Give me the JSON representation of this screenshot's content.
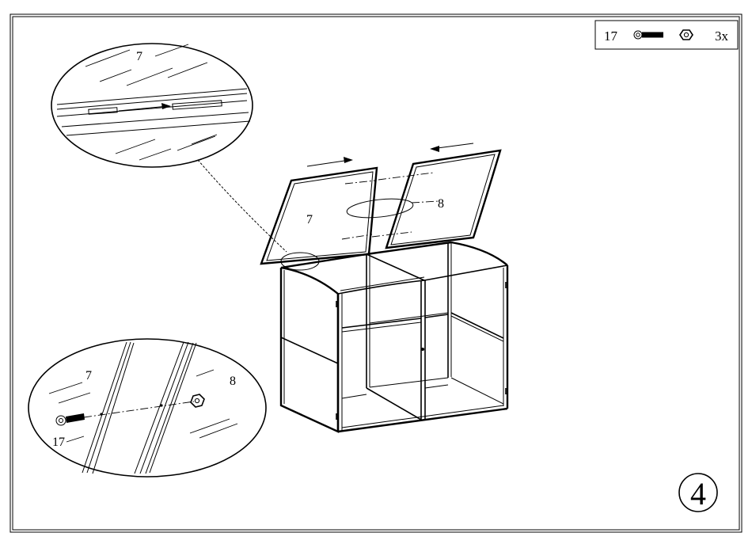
{
  "parts_box": {
    "screw_number": "17",
    "quantity": "3x",
    "icons": [
      "screw-icon",
      "nut-icon"
    ]
  },
  "top_detail": {
    "label_panel": "7"
  },
  "bottom_detail": {
    "label_left_panel": "7",
    "label_right_panel": "8",
    "label_screw": "17"
  },
  "main_view": {
    "label_left_lid": "7",
    "label_right_lid": "8"
  },
  "step": {
    "number": "4"
  }
}
